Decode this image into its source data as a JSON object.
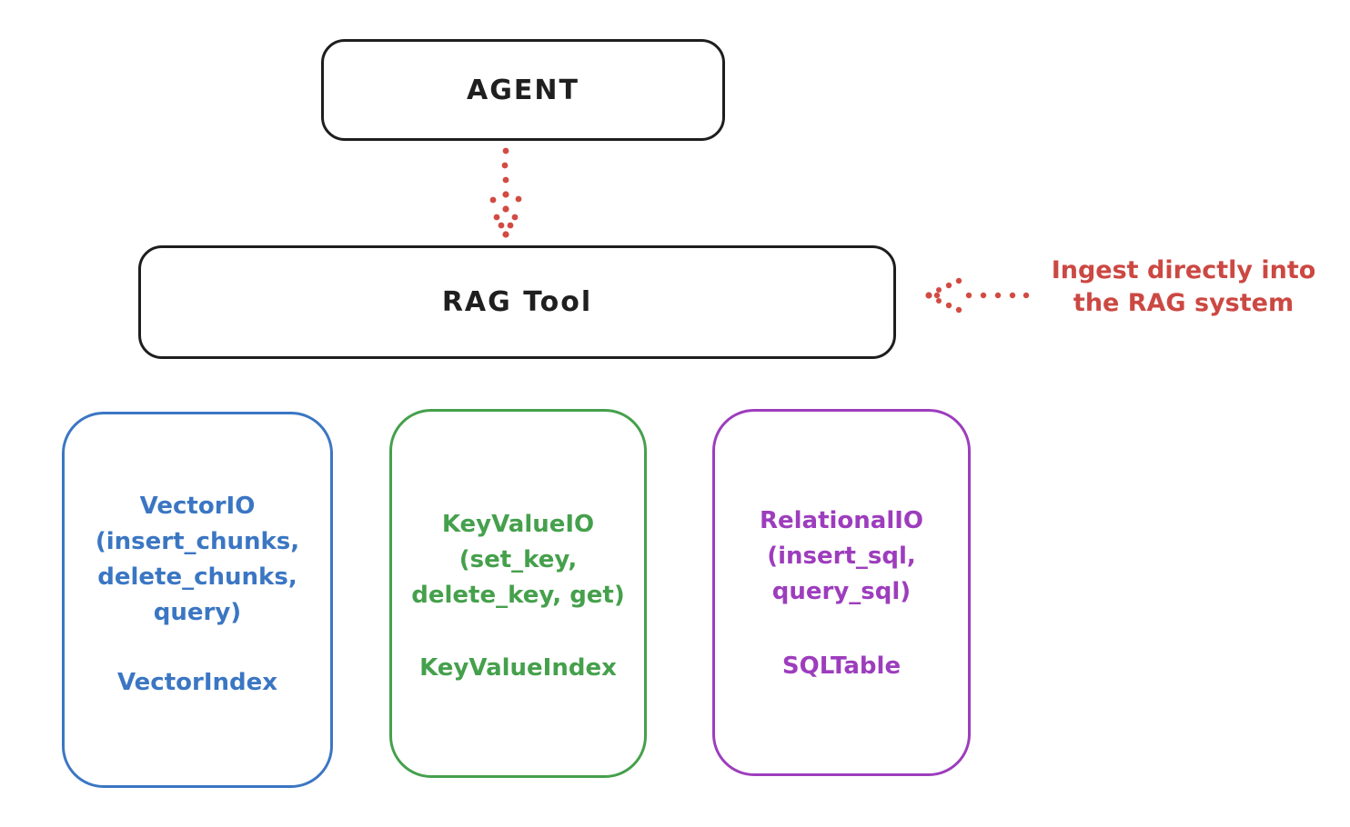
{
  "diagram": {
    "nodes": {
      "agent": {
        "label": "AGENT"
      },
      "rag_tool": {
        "label": "RAG Tool"
      }
    },
    "annotation": {
      "line1": "Ingest directly into",
      "line2": "the RAG system"
    },
    "io_boxes": [
      {
        "id": "vector-io",
        "accent": "#3b76c3",
        "lines": [
          "VectorIO",
          "(insert_chunks,",
          "delete_chunks,",
          "query)"
        ],
        "index_label": "VectorIndex"
      },
      {
        "id": "keyvalue-io",
        "accent": "#45a04c",
        "lines": [
          "KeyValueIO",
          "(set_key,",
          "delete_key, get)"
        ],
        "index_label": "KeyValueIndex"
      },
      {
        "id": "relational-io",
        "accent": "#9d3dbd",
        "lines": [
          "RelationalIO",
          "(insert_sql,",
          "query_sql)"
        ],
        "index_label": "SQLTable"
      }
    ],
    "colors": {
      "stroke_black": "#1e1e1e",
      "arrow_red": "#d24b43",
      "annotation_red": "#cc4842",
      "vector_blue": "#3b76c3",
      "keyvalue_green": "#45a04c",
      "relational_purple": "#9d3dbd",
      "background": "#ffffff"
    }
  }
}
